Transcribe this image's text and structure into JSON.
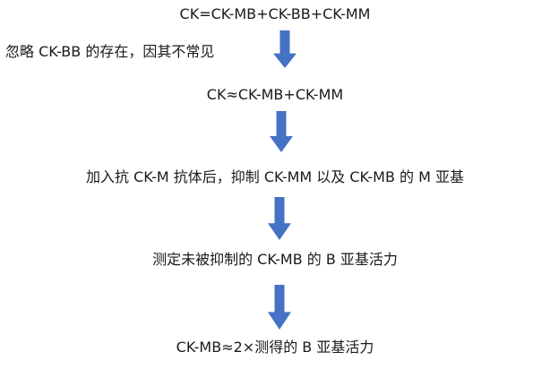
{
  "diagram": {
    "title_implicit": "",
    "arrow_color": "#4472C4",
    "steps": [
      {
        "text": "CK=CK-MB+CK-BB+CK-MM"
      },
      {
        "text": "CK≈CK-MB+CK-MM"
      },
      {
        "text": "加入抗 CK-M 抗体后，抑制 CK-MM  以及  CK-MB 的 M 亚基"
      },
      {
        "text": "测定未被抑制的 CK-MB 的 B 亚基活力"
      },
      {
        "text": "CK-MB≈2×测得的 B 亚基活力"
      }
    ],
    "annotations": [
      {
        "text": "忽略 CK-BB 的存在，因其不常见"
      }
    ],
    "icons": [
      {
        "name": "down-arrow-icon",
        "count": 4
      }
    ]
  }
}
